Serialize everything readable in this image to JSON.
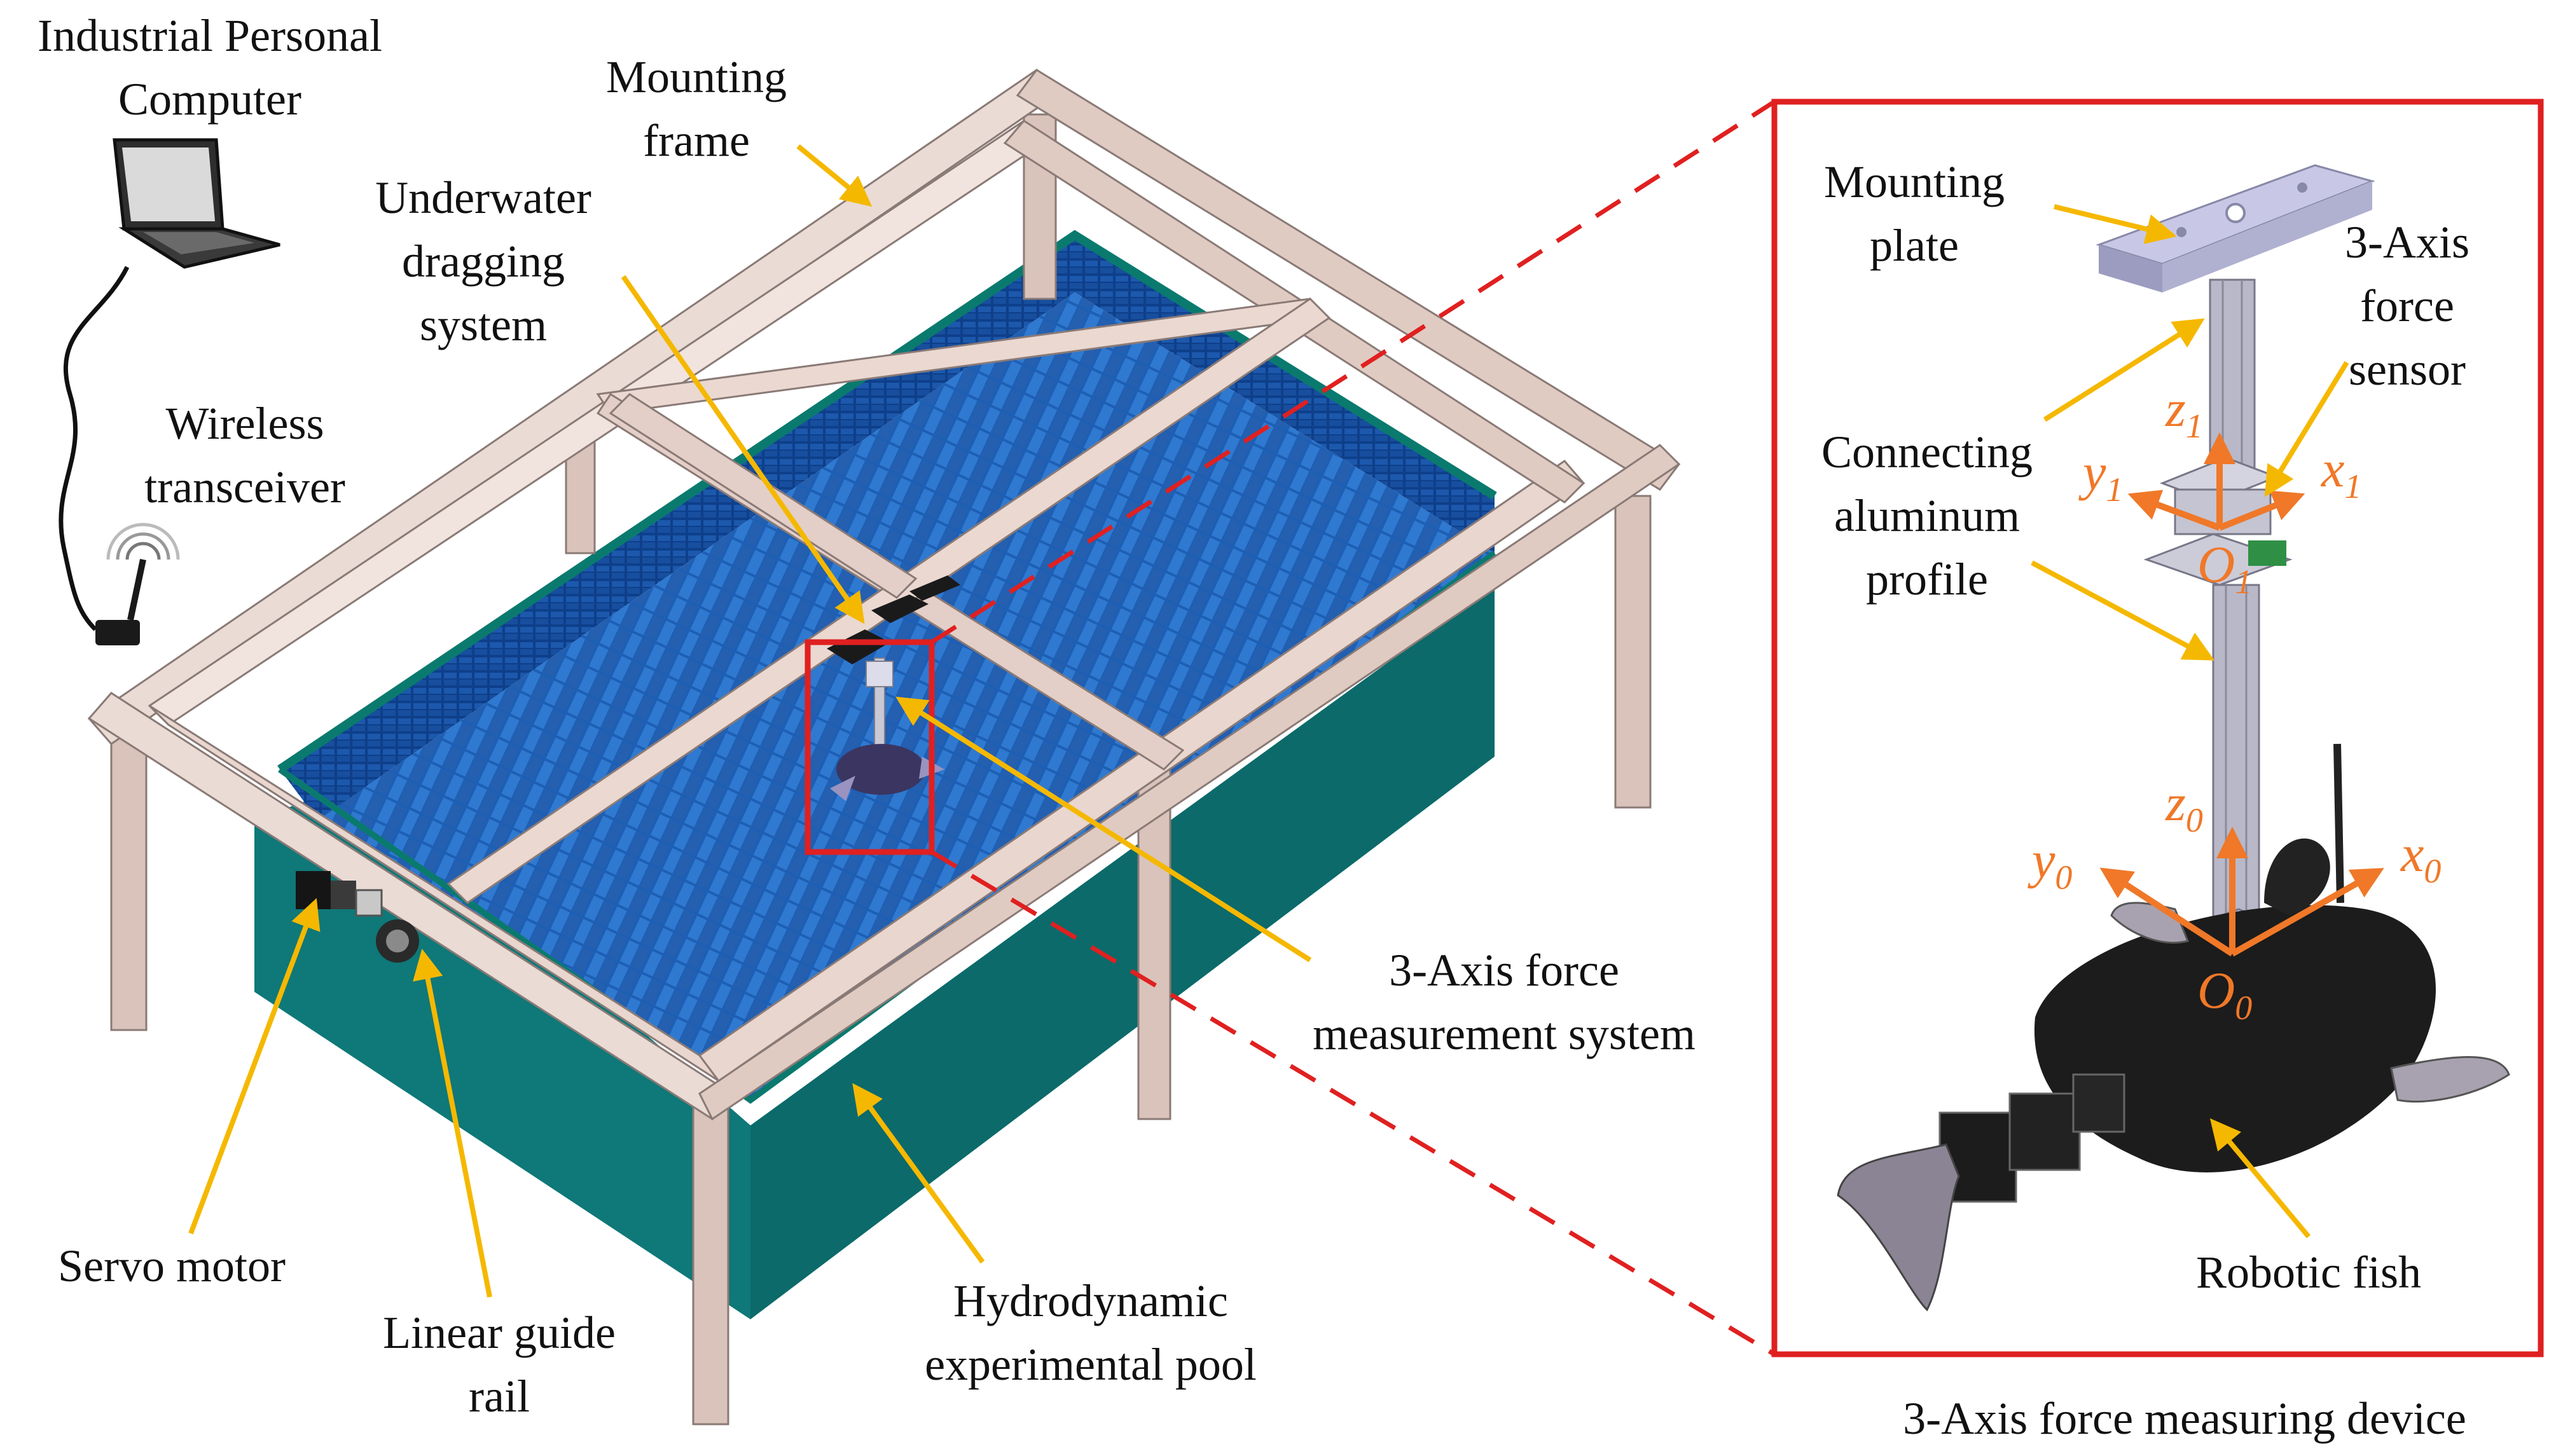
{
  "labels": {
    "ipc_line1": "Industrial Personal",
    "ipc_line2": "Computer",
    "mount_frame_line1": "Mounting",
    "mount_frame_line2": "frame",
    "uw_line1": "Underwater",
    "uw_line2": "dragging",
    "uw_line3": "system",
    "wireless_line1": "Wireless",
    "wireless_line2": "transceiver",
    "servo": "Servo motor",
    "rail_line1": "Linear guide",
    "rail_line2": "rail",
    "pool_line1": "Hydrodynamic",
    "pool_line2": "experimental pool",
    "fms_line1": "3-Axis force",
    "fms_line2": "measurement system",
    "plate_line1": "Mounting",
    "plate_line2": "plate",
    "sensor_line1": "3-Axis",
    "sensor_line2": "force",
    "sensor_line3": "sensor",
    "alu_line1": "Connecting",
    "alu_line2": "aluminum",
    "alu_line3": "profile",
    "fish": "Robotic fish",
    "device_caption": "3-Axis force measuring device"
  },
  "axes": {
    "z": "z",
    "y": "y",
    "x": "x",
    "o": "O",
    "sub1": "1",
    "sub0": "0"
  },
  "colors": {
    "arrow": "#f5b800",
    "callout_box": "#e02020",
    "coord_axes": "#f07828",
    "water": "#1d5fb4",
    "tank_wall": "#0f7878",
    "frame": "#e6d0c8",
    "fish_body": "#1c1c1c"
  },
  "icons": [
    "laptop-icon",
    "wireless-antenna-icon"
  ]
}
